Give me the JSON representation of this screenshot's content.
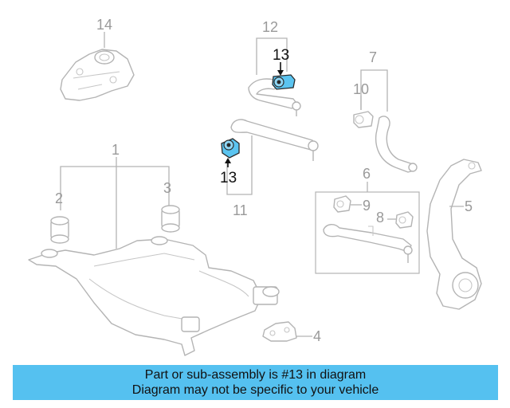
{
  "diagram": {
    "callouts": {
      "c1": "1",
      "c2": "2",
      "c3": "3",
      "c4": "4",
      "c5": "5",
      "c6": "6",
      "c7": "7",
      "c8": "8",
      "c9": "9",
      "c10": "10",
      "c11": "11",
      "c12": "12",
      "c13_upper": "13",
      "c13_lower": "13",
      "c14": "14"
    },
    "highlight_part": "13",
    "colors": {
      "highlight_fill": "#5bc4f0",
      "line": "#b4b4b4",
      "callout_text": "#9a9a9a",
      "banner_bg": "#55c1f0"
    }
  },
  "banner": {
    "line1": "Part or sub-assembly is #13 in diagram",
    "line2": "Diagram may not be specific to your vehicle"
  }
}
